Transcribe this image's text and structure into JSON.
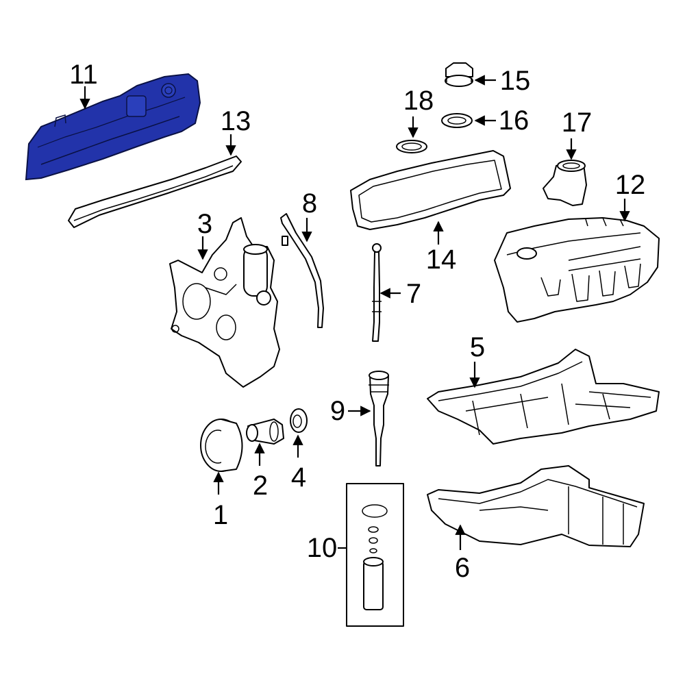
{
  "diagram": {
    "highlight_color": "#2233aa",
    "parts": [
      {
        "id": "1",
        "label": "1"
      },
      {
        "id": "2",
        "label": "2"
      },
      {
        "id": "3",
        "label": "3"
      },
      {
        "id": "4",
        "label": "4"
      },
      {
        "id": "5",
        "label": "5"
      },
      {
        "id": "6",
        "label": "6"
      },
      {
        "id": "7",
        "label": "7"
      },
      {
        "id": "8",
        "label": "8"
      },
      {
        "id": "9",
        "label": "9"
      },
      {
        "id": "10",
        "label": "10"
      },
      {
        "id": "11",
        "label": "11",
        "highlighted": true
      },
      {
        "id": "12",
        "label": "12"
      },
      {
        "id": "13",
        "label": "13"
      },
      {
        "id": "14",
        "label": "14"
      },
      {
        "id": "15",
        "label": "15"
      },
      {
        "id": "16",
        "label": "16"
      },
      {
        "id": "17",
        "label": "17"
      },
      {
        "id": "18",
        "label": "18"
      }
    ]
  }
}
